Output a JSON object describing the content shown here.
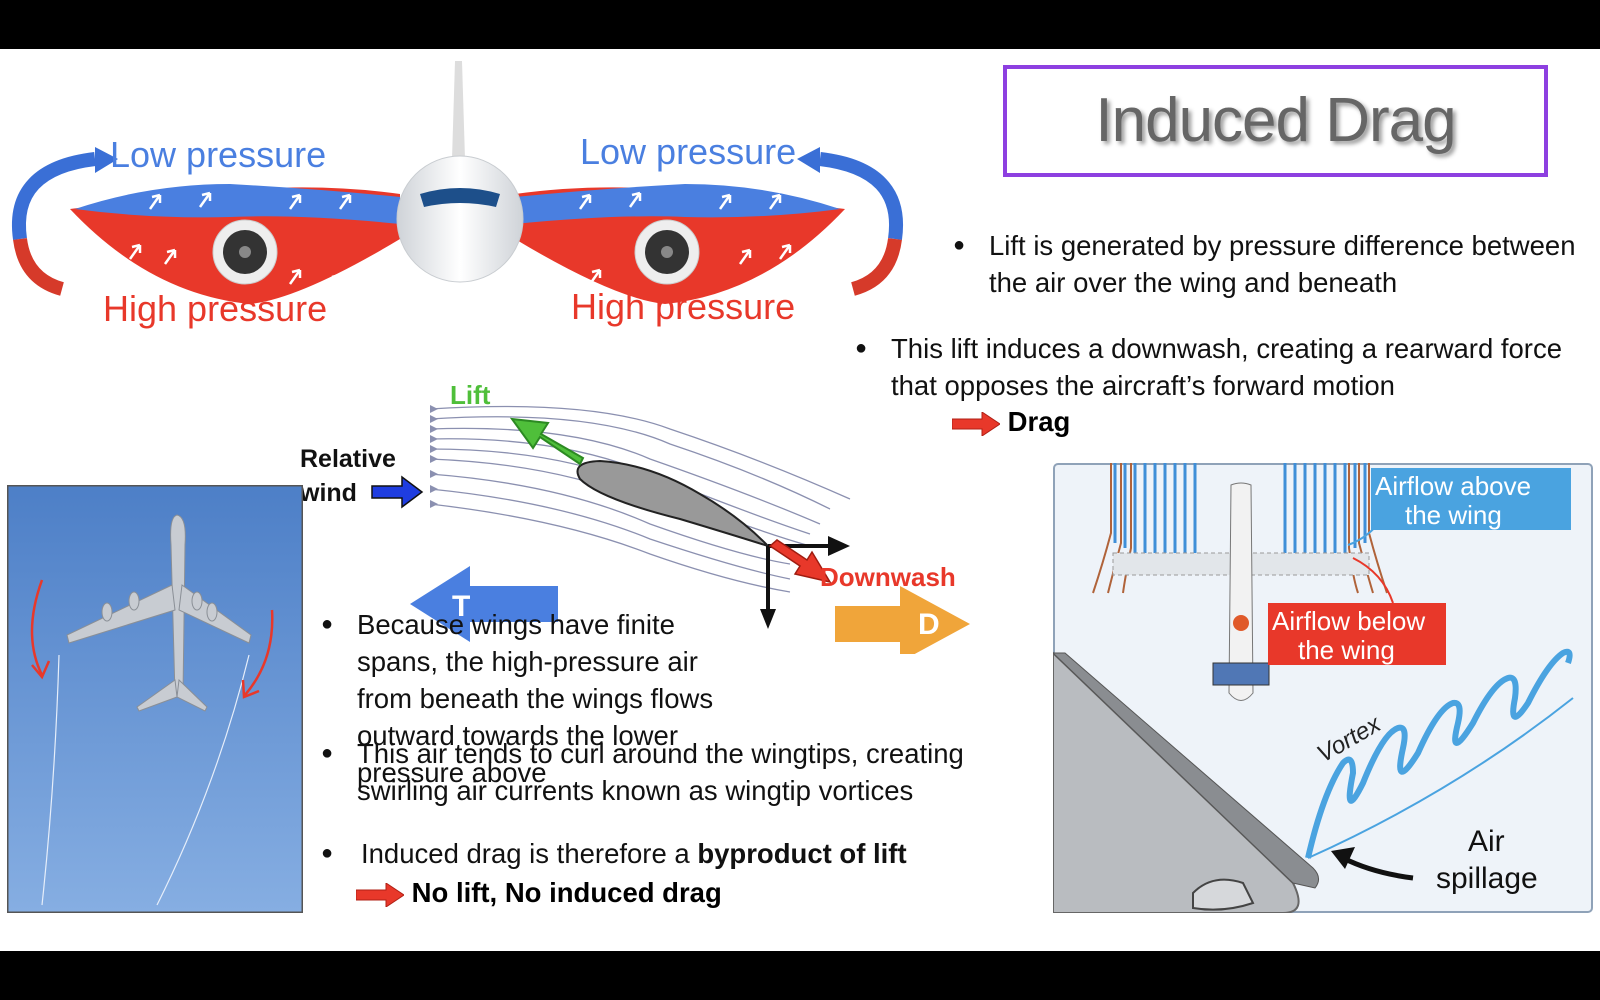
{
  "slide": {
    "title": "Induced Drag"
  },
  "wing_diagram": {
    "low_pressure_left": "Low pressure",
    "low_pressure_right": "Low pressure",
    "high_pressure_left": "High pressure",
    "high_pressure_right": "High pressure",
    "colors": {
      "low": "#4a7fe0",
      "high": "#e8382a"
    }
  },
  "airfoil_diagram": {
    "lift": "Lift",
    "relative": "Relative",
    "wind": "wind",
    "downwash": "Downwash",
    "thrust": "T",
    "drag": "D"
  },
  "right_bullets": {
    "b1": "Lift is generated by pressure difference between the air over the wing and beneath",
    "b2": "This lift induces a downwash, creating a rearward force that opposes the aircraft’s forward motion",
    "b2_result": "Drag"
  },
  "middle_bullets": {
    "b3": "Because wings have finite spans, the high-pressure air from beneath the wings flows outward towards the lower pressure above",
    "b4": "This air tends to curl around the wingtips, creating swirling air currents known as wingtip vortices",
    "b5_prefix": "Induced drag is therefore a ",
    "b5_bold": "byproduct of lift",
    "b5_result": "No lift, No induced drag"
  },
  "vortex_diagram": {
    "airflow_above_1": "Airflow above",
    "airflow_above_2": "the wing",
    "airflow_below_1": "Airflow below",
    "airflow_below_2": "the wing",
    "vortex": "Vortex",
    "air": "Air",
    "spillage": "spillage"
  }
}
